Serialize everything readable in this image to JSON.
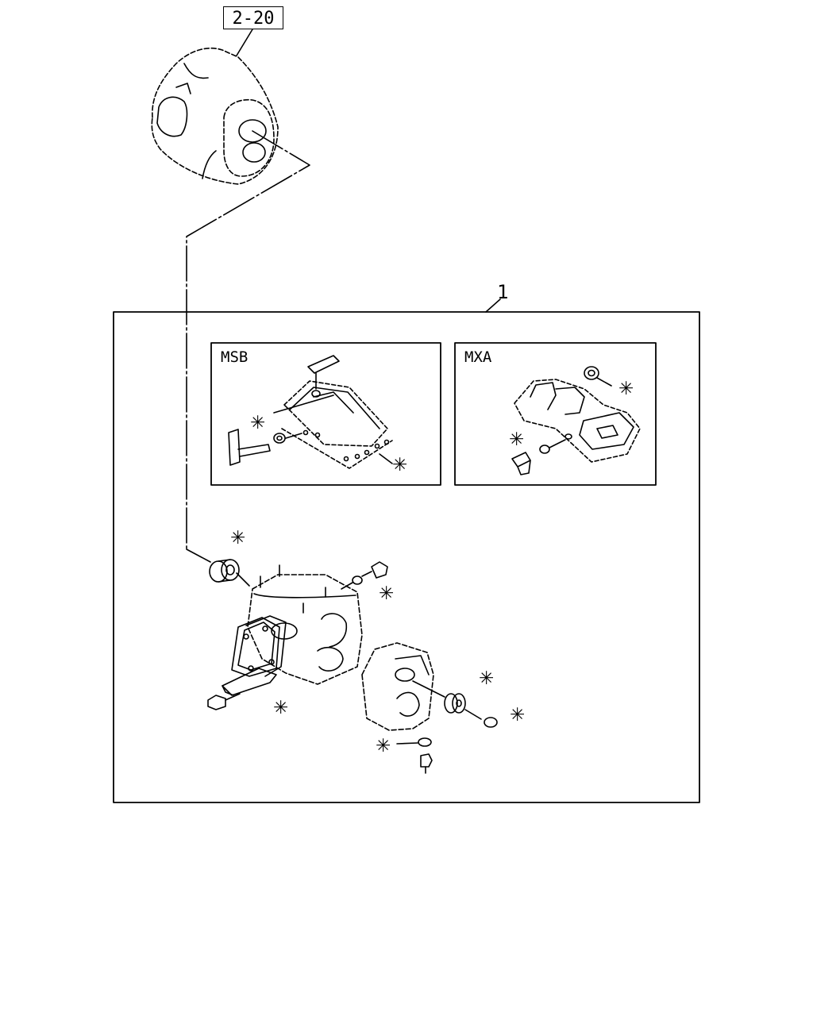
{
  "reference": "2-20",
  "item_number": "1",
  "insets": [
    {
      "label": "MSB"
    },
    {
      "label": "MXA"
    }
  ],
  "marker": "✳"
}
